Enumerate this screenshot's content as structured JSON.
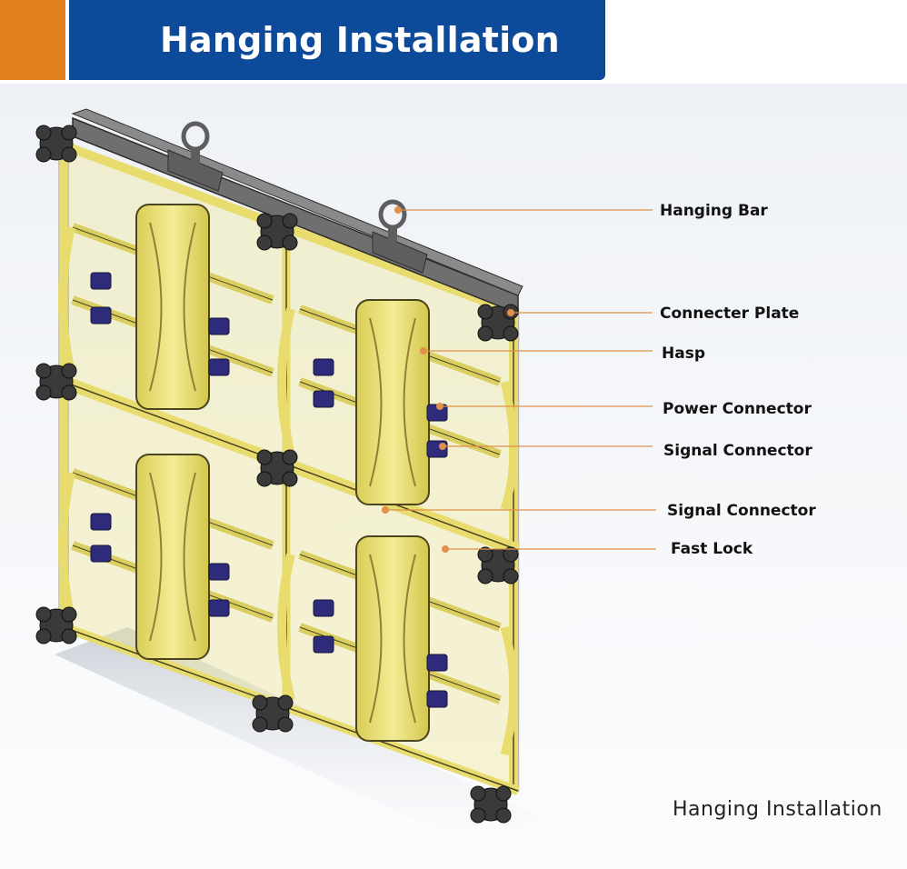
{
  "header": {
    "title": "Hanging Installation"
  },
  "labels": {
    "hanging_bar": "Hanging Bar",
    "connecter_plate": "Connecter Plate",
    "hasp": "Hasp",
    "power_connector": "Power Connector",
    "signal_connector_1": "Signal Connector",
    "signal_connector_2": "Signal Connector",
    "fast_lock": "Fast Lock"
  },
  "caption": "Hanging Installation",
  "colors": {
    "header_band": "#0d4a9a",
    "header_accent": "#e2821f",
    "cabinet_yellow": "#ede27a",
    "cabinet_outline": "#4a4420",
    "hanging_bar": "#6f6f6f",
    "leader_line": "#e0904a",
    "connector_blue": "#2e2c7a",
    "corner_plate": "#333333"
  }
}
